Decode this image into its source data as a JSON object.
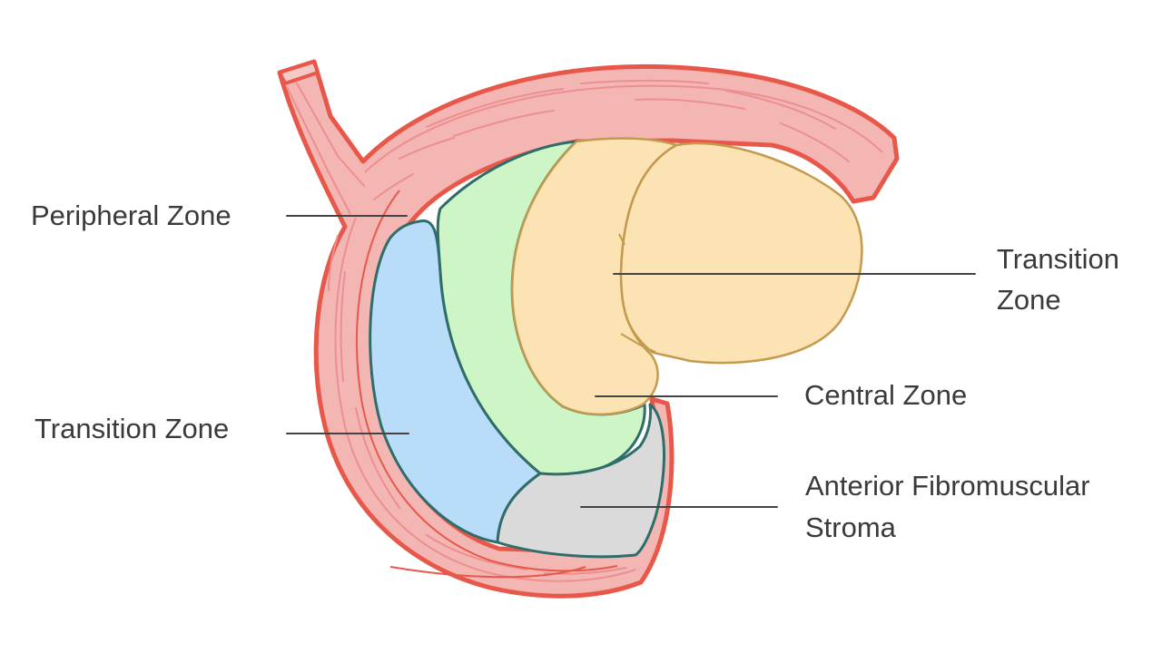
{
  "labels": {
    "peripheral_zone": "Peripheral Zone",
    "transition_zone_left": "Transition Zone",
    "transition_zone_right_line1": "Transition",
    "transition_zone_right_line2": "Zone",
    "central_zone": "Central Zone",
    "afms_line1": "Anterior Fibromuscular",
    "afms_line2": "Stroma"
  },
  "colors": {
    "outer_wall": "#e8584a",
    "wall_fill": "#f4b6b3",
    "wall_striation": "#ec8f8f",
    "blue_zone": "#b9dcf8",
    "green_zone": "#cdf5c6",
    "yellow_zone": "#fbe3b3",
    "gray_zone": "#dadada",
    "zone_outline": "#2f6d6a",
    "yellow_outline": "#c49a4e",
    "leader_line": "#444444",
    "text": "#3a3a3a"
  }
}
